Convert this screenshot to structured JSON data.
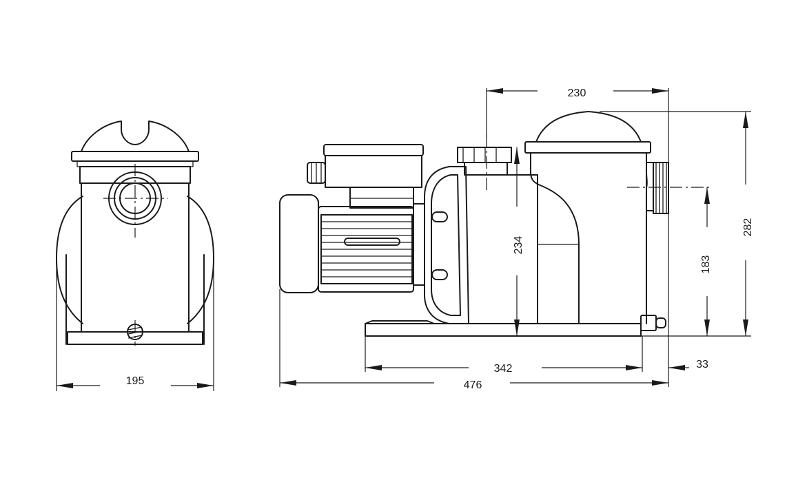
{
  "drawing": {
    "views": [
      "front-view",
      "side-view"
    ],
    "dimensions": {
      "front_width": "195",
      "inlet_to_outlet": "230",
      "inlet_height": "234",
      "outlet_height": "183",
      "total_height": "282",
      "base_length": "342",
      "total_length": "476",
      "outlet_offset": "33"
    }
  }
}
